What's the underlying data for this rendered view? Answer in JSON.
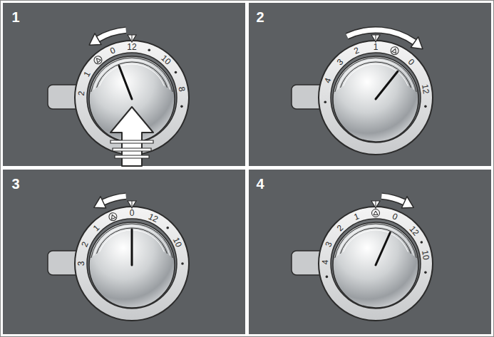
{
  "diagram": {
    "labels": [
      "1",
      "12",
      "0",
      "1",
      "2",
      "10",
      "8",
      "2",
      "1",
      "2",
      "3",
      "4",
      "0",
      "12",
      "3",
      "0",
      "1",
      "2",
      "3",
      "12",
      "10",
      "4",
      "1",
      "2",
      "3",
      "4",
      "0",
      "12",
      "10"
    ]
  }
}
